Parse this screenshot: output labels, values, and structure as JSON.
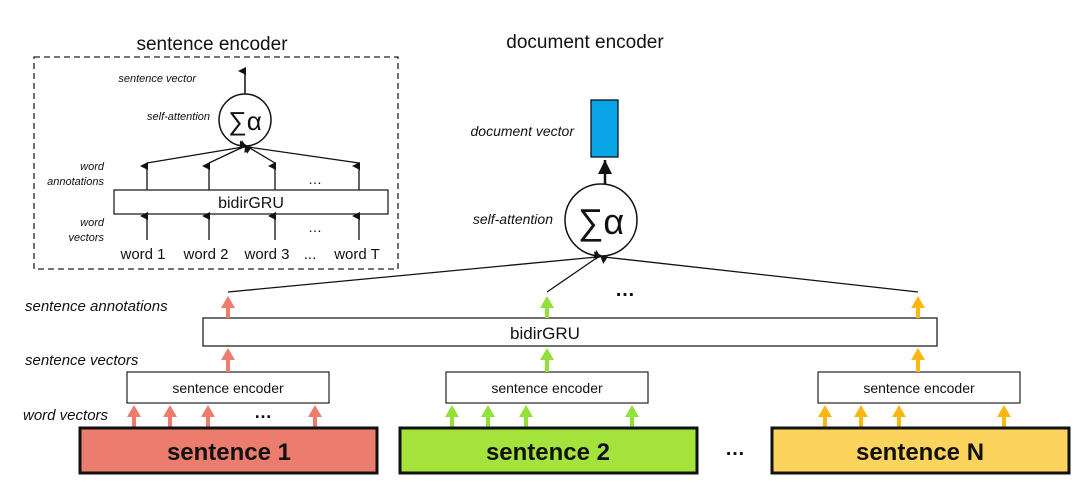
{
  "inset": {
    "title": "sentence encoder",
    "labels": {
      "sentence_vector": "sentence vector",
      "self_attention": "self-attention",
      "word_annotations_1": "word",
      "word_annotations_2": "annotations",
      "word_vectors_1": "word",
      "word_vectors_2": "vectors"
    },
    "attention_symbol": "∑α",
    "gru_label": "bidirGRU",
    "ellipsis": "…",
    "words": [
      "word 1",
      "word 2",
      "word 3",
      "...",
      "word T"
    ]
  },
  "document": {
    "title": "document encoder",
    "document_vector_label": "document vector",
    "self_attention_label": "self-attention",
    "attention_symbol": "∑α",
    "document_vector_color": "#0aa5e6",
    "ellipsis_top": "…",
    "sentence_annotations_label": "sentence annotations",
    "gru_label": "bidirGRU",
    "sentence_vectors_label": "sentence vectors",
    "word_vectors_label": "word vectors",
    "encoder_label": "sentence encoder",
    "ellipsis_between": "…",
    "sentences": [
      {
        "label": "sentence 1",
        "color": "#ec7d6e",
        "arrow_color": "#ec7d6e"
      },
      {
        "label": "sentence 2",
        "color": "#a4e33c",
        "arrow_color": "#94e03a"
      },
      {
        "label": "sentence N",
        "color": "#fcd35c",
        "arrow_color": "#fbb813"
      }
    ]
  }
}
